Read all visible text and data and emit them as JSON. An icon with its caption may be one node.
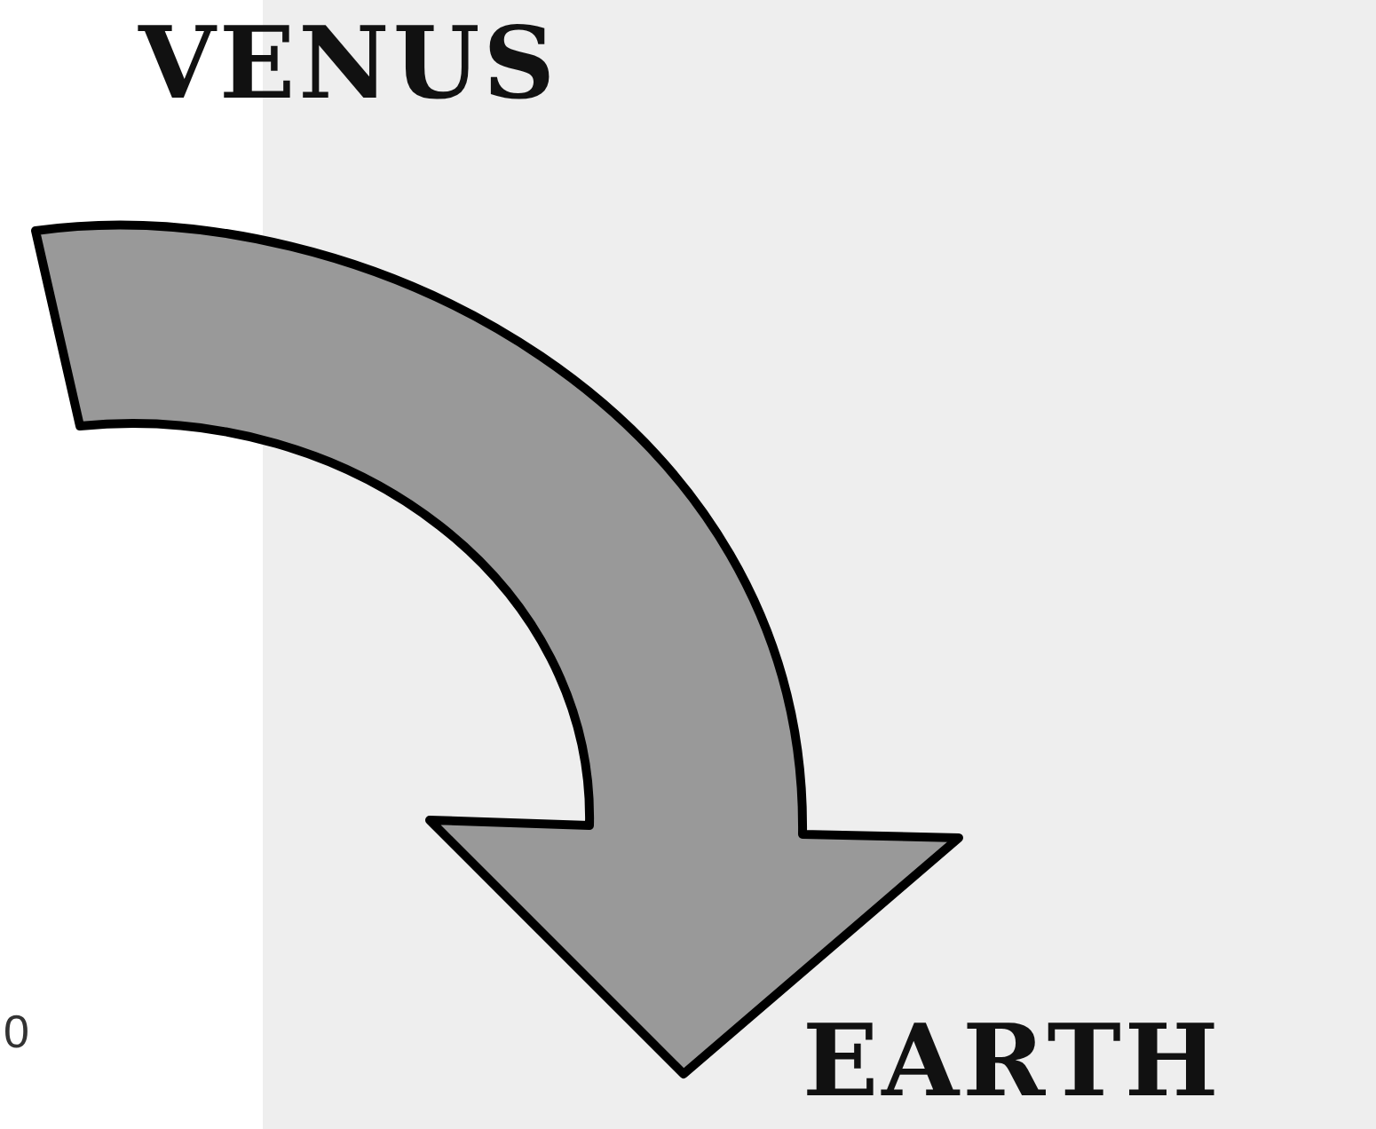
{
  "diagram": {
    "nodes": [
      {
        "text": [
          "VENUS"
        ]
      },
      {
        "text": [
          "EARTH"
        ]
      }
    ],
    "edges": [
      {
        "from": 0,
        "to": 1,
        "arrow": "to"
      }
    ],
    "labels": [
      "0"
    ]
  }
}
